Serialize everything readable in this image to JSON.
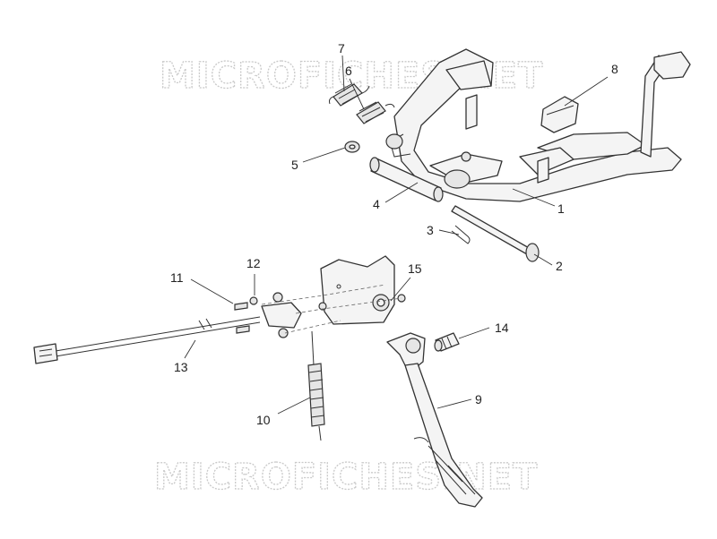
{
  "watermark": {
    "top": "MICROFICHES.NET",
    "bottom": "MICROFICHES.NET"
  },
  "callouts": {
    "c1": "1",
    "c2": "2",
    "c3": "3",
    "c4": "4",
    "c5": "5",
    "c6": "6",
    "c7": "7",
    "c8": "8",
    "c9": "9",
    "c10": "10",
    "c11": "11",
    "c12": "12",
    "c13": "13",
    "c14": "14",
    "c15": "15"
  },
  "colors": {
    "line": "#333333",
    "fill": "#f4f4f4",
    "watermark": "#c9c9c9"
  }
}
